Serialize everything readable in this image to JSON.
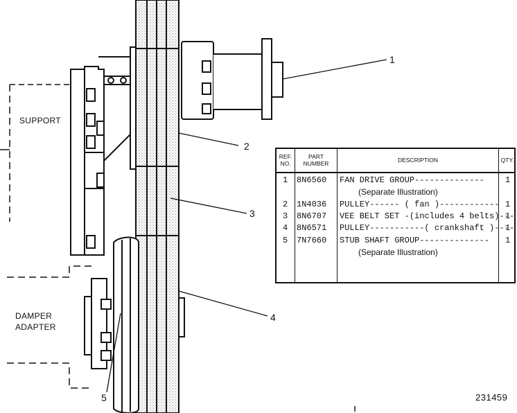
{
  "callouts": [
    "1",
    "2",
    "3",
    "4",
    "5"
  ],
  "labels": {
    "support": "SUPPORT",
    "damper_line1": "DAMPER",
    "damper_line2": "ADAPTER"
  },
  "figure_number": "231459",
  "table": {
    "headers": {
      "ref": [
        "REF.",
        "NO."
      ],
      "part": [
        "PART",
        "NUMBER"
      ],
      "description": "DESCRIPTION",
      "qty": "QTY."
    },
    "rows": [
      {
        "ref": "1",
        "part": "8N6560",
        "description": "FAN DRIVE GROUP--------------",
        "qty": "1"
      },
      {
        "ref": "",
        "part": "",
        "description": "(Separate Illustration)",
        "qty": ""
      },
      {
        "ref": "2",
        "part": "1N4036",
        "description": "PULLEY------ ( fan )------------",
        "qty": "1"
      },
      {
        "ref": "3",
        "part": "8N6707",
        "description": "VEE BELT SET -(includes 4 belts)---",
        "qty": "1"
      },
      {
        "ref": "4",
        "part": "8N6571",
        "description": "PULLEY-----------( crankshaft )----",
        "qty": "1"
      },
      {
        "ref": "5",
        "part": "7N7660",
        "description": "STUB SHAFT GROUP--------------",
        "qty": "1"
      },
      {
        "ref": "",
        "part": "",
        "description": "(Separate Illustration)",
        "qty": ""
      }
    ]
  }
}
